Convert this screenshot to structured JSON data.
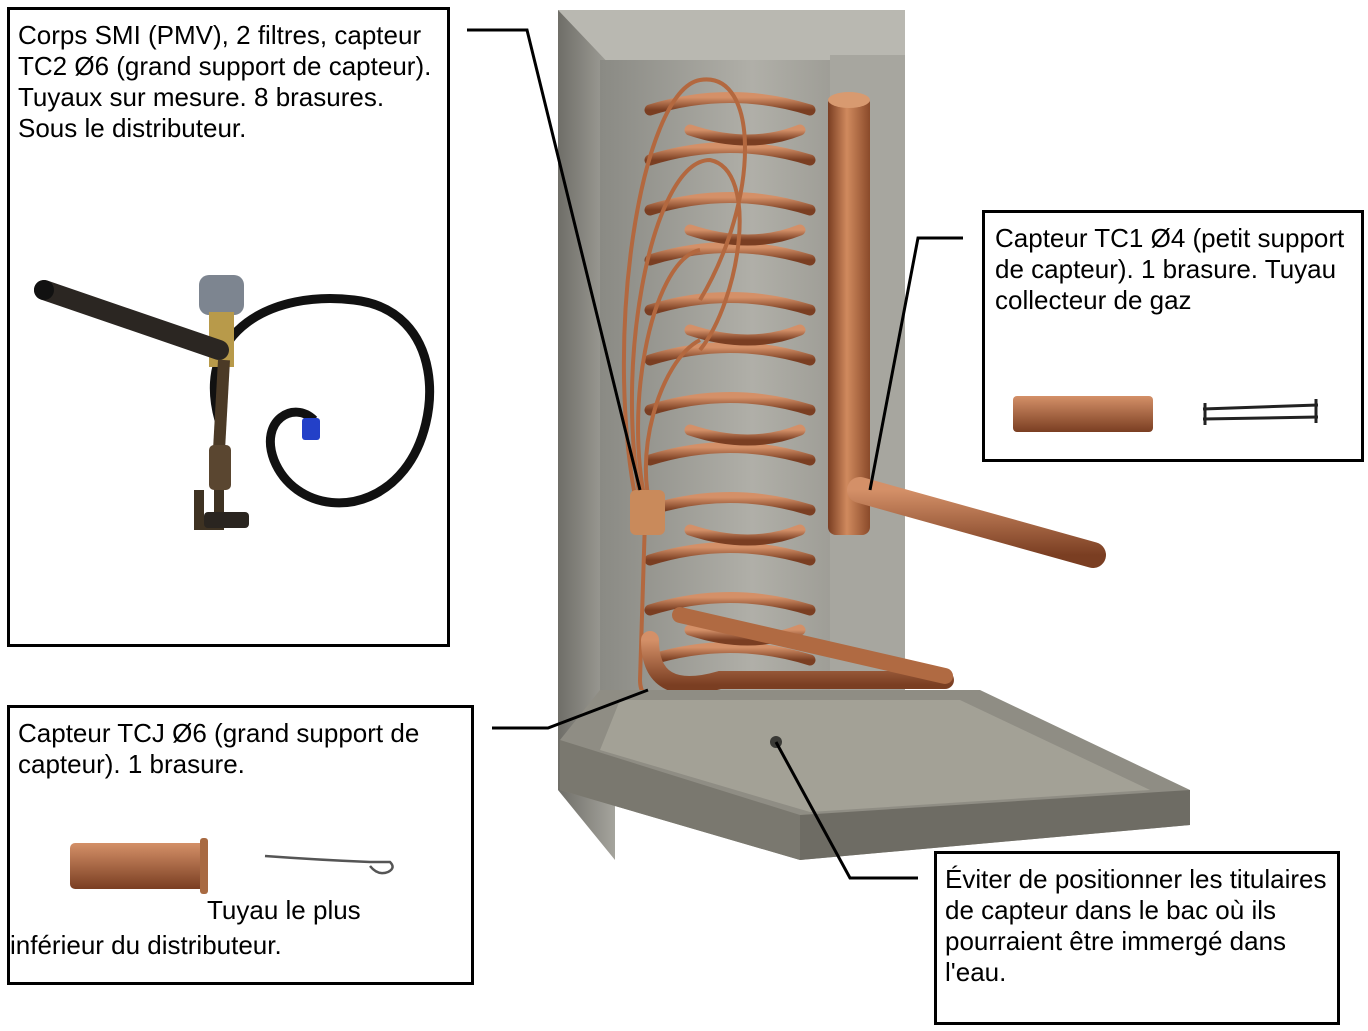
{
  "callouts": {
    "smi": {
      "text": "Corps SMI (PMV), 2 filtres, capteur TC2 Ø6 (grand support de capteur). Tuyaux sur mesure. 8 brasures. Sous le distributeur."
    },
    "tc1": {
      "text": "Capteur TC1 Ø4 (petit support de capteur). 1 brasure. Tuyau collecteur de gaz"
    },
    "tcj": {
      "text": "Capteur TCJ Ø6 (grand support de capteur). 1 brasure.",
      "note_line1": "Tuyau le plus",
      "note_line2": "inférieur du distributeur."
    },
    "warning": {
      "text": "Éviter de positionner les titulaires de capteur dans le bac où ils pourraient être immergé dans l'eau."
    }
  },
  "colors": {
    "copper": "#b8704a",
    "copper_dark": "#7a3e22",
    "aluminium": "#9a9a95",
    "aluminium_dark": "#6d6c66",
    "line": "#000000"
  }
}
